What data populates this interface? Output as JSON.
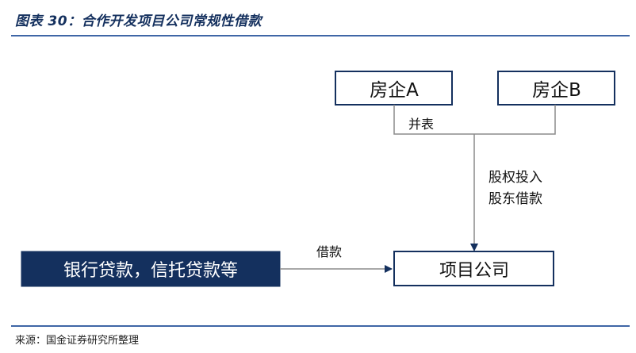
{
  "header": {
    "title": "图表 30：合作开发项目公司常规性借款"
  },
  "footer": {
    "source": "来源：国金证券研究所整理"
  },
  "diagram": {
    "nodes": {
      "company_a": "房企A",
      "company_b": "房企B",
      "bank_loans": "银行贷款，信托贷款等",
      "project_company": "项目公司"
    },
    "edges": {
      "consolidation": "并表",
      "equity_line1": "股权投入",
      "equity_line2": "股东借款",
      "loan": "借款"
    },
    "colors": {
      "box_border": "#14305e",
      "dark_box_fill": "#14305e",
      "line": "#8c8c8c",
      "arrow": "#14305e",
      "accent_rule": "#3f66a6"
    }
  }
}
